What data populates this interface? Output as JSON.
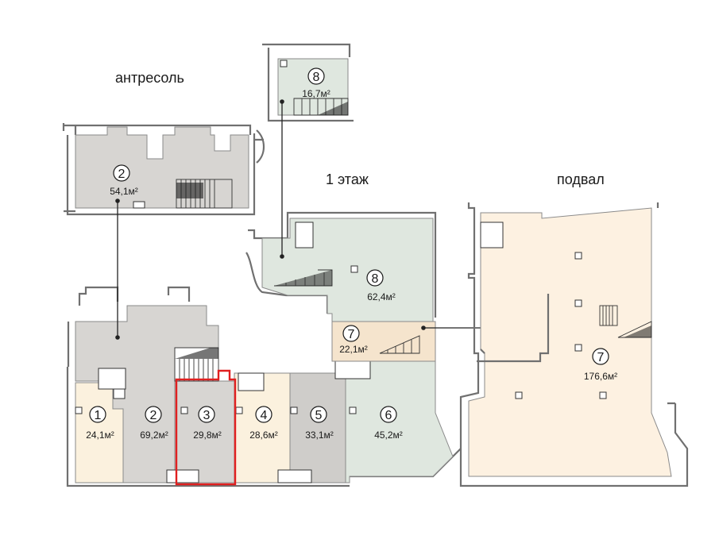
{
  "colors": {
    "gray_room": "#d7d5d2",
    "dark_gray_room": "#cfcdca",
    "cream_room": "#fbf1de",
    "basement_room": "#fdf1e1",
    "green_room": "#dfe7df",
    "beige_room": "#f5e4cd",
    "selected_outline": "#e02020",
    "wall": "#707070"
  },
  "sections": {
    "mezzanine": "антресоль",
    "first_floor": "1 этаж",
    "basement": "подвал"
  },
  "rooms": {
    "m2": {
      "number": "2",
      "area": "54,1м²"
    },
    "m8": {
      "number": "8",
      "area": "16,7м²"
    },
    "r1": {
      "number": "1",
      "area": "24,1м²"
    },
    "r2": {
      "number": "2",
      "area": "69,2м²"
    },
    "r3": {
      "number": "3",
      "area": "29,8м²",
      "selected": true
    },
    "r4": {
      "number": "4",
      "area": "28,6м²"
    },
    "r5": {
      "number": "5",
      "area": "33,1м²"
    },
    "r6": {
      "number": "6",
      "area": "45,2м²"
    },
    "r7": {
      "number": "7",
      "area": "22,1м²"
    },
    "r8": {
      "number": "8",
      "area": "62,4м²"
    },
    "b7": {
      "number": "7",
      "area": "176,6м²"
    }
  }
}
